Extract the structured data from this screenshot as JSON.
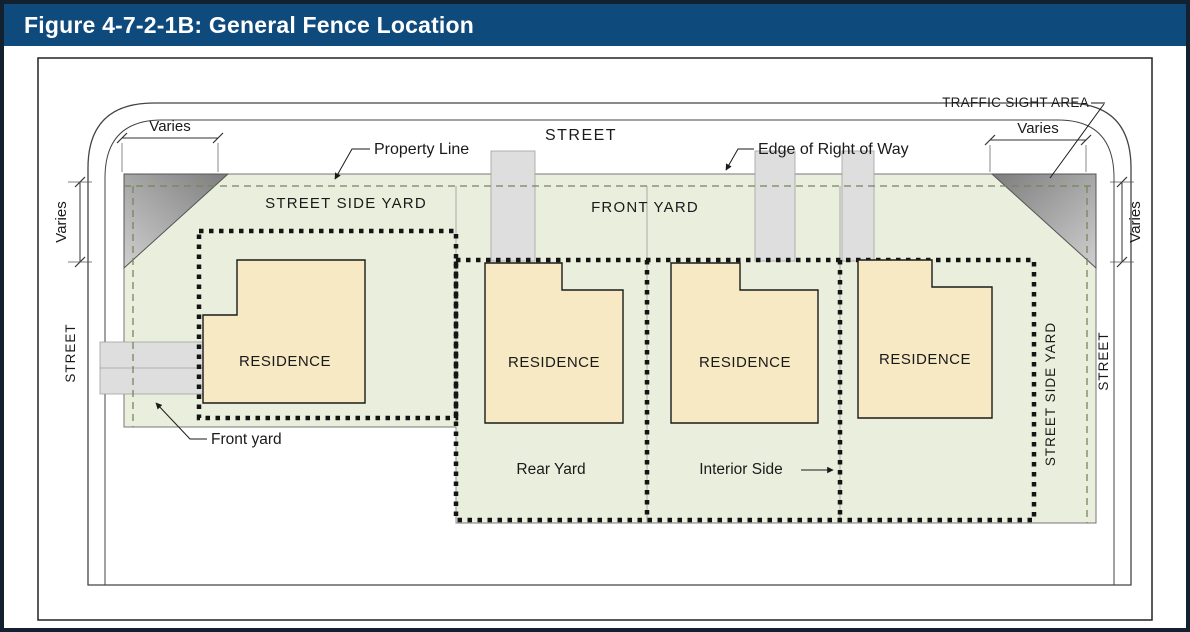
{
  "figure": {
    "title": "Figure 4-7-2-1B: General Fence Location"
  },
  "colors": {
    "title_bar": "#0f4a7d",
    "lot_green": "#e9efdc",
    "residence_fill": "#f6e9c3",
    "driveway_gray": "#dedede",
    "sight_area_dark": "#7d7d7d",
    "sight_area_light": "#cfcfcf",
    "property_line_dash": "#75855c"
  },
  "labels": {
    "street_top": "STREET",
    "street_left": "STREET",
    "street_right": "STREET",
    "traffic_sight_area": "TRAFFIC SIGHT AREA",
    "varies_top_left": "Varies",
    "varies_top_right": "Varies",
    "varies_left": "Varies",
    "varies_right": "Varies",
    "property_line": "Property Line",
    "edge_of_right_of_way": "Edge of Right of Way",
    "street_side_yard_top": "STREET SIDE YARD",
    "street_side_yard_right": "STREET SIDE YARD",
    "front_yard_zone": "FRONT YARD",
    "front_yard_callout": "Front yard",
    "rear_yard": "Rear Yard",
    "interior_side": "Interior Side"
  },
  "residences": [
    "RESIDENCE",
    "RESIDENCE",
    "RESIDENCE",
    "RESIDENCE"
  ]
}
